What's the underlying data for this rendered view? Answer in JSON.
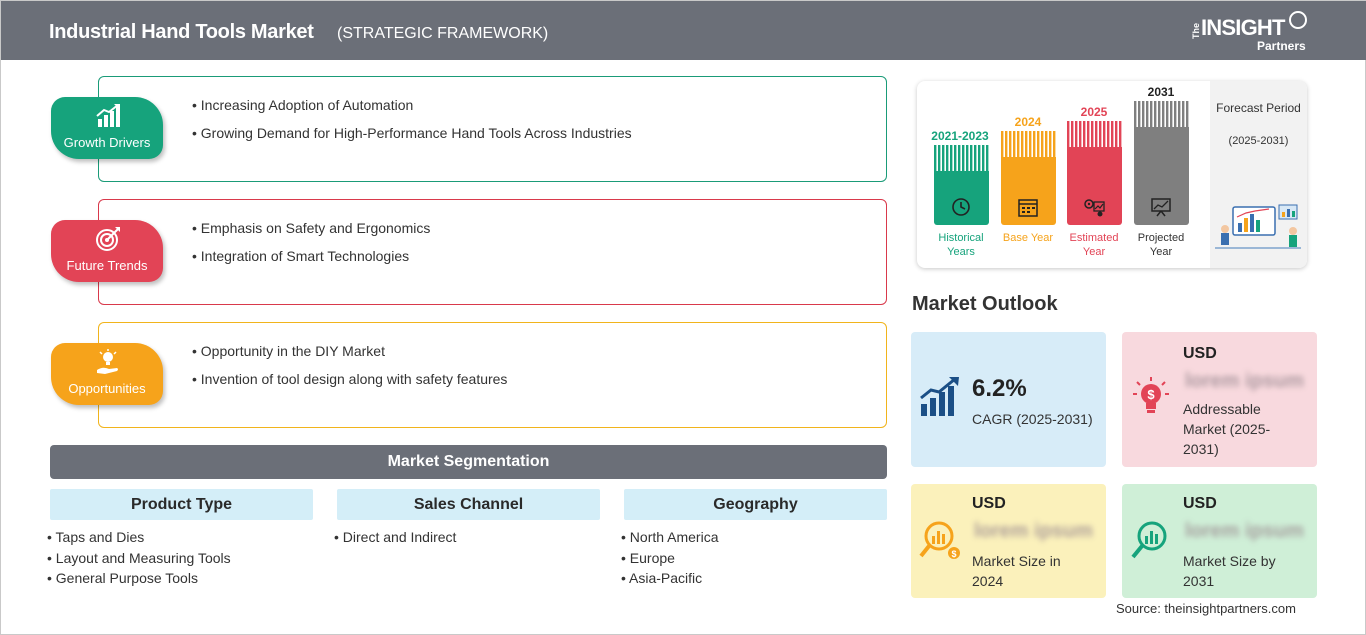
{
  "header": {
    "title": "Industrial Hand Tools Market",
    "subtitle": "(STRATEGIC FRAMEWORK)",
    "logo": {
      "the": "The",
      "insight": "INSIGHT",
      "partners": "Partners"
    }
  },
  "framework": {
    "growth_drivers": {
      "label": "Growth Drivers",
      "color": "#16a37c",
      "items": [
        "Increasing Adoption of Automation",
        "Growing Demand for High-Performance Hand Tools Across Industries"
      ]
    },
    "future_trends": {
      "label": "Future Trends",
      "color": "#e24456",
      "items": [
        "Emphasis on Safety and Ergonomics",
        "Integration of Smart Technologies"
      ]
    },
    "opportunities": {
      "label": "Opportunities",
      "color": "#f6a31b",
      "items": [
        "Opportunity in the DIY Market",
        "Invention of tool design along with safety features"
      ]
    }
  },
  "segmentation": {
    "title": "Market Segmentation",
    "columns": [
      {
        "heading": "Product Type",
        "items": [
          "Taps and Dies",
          "Layout and Measuring Tools",
          "General Purpose Tools"
        ]
      },
      {
        "heading": "Sales Channel",
        "items": [
          "Direct and Indirect"
        ]
      },
      {
        "heading": "Geography",
        "items": [
          "North America",
          "Europe",
          "Asia-Pacific"
        ]
      }
    ]
  },
  "timeline": {
    "forecast": {
      "title": "Forecast Period",
      "range": "(2025-2031)"
    },
    "bars": [
      {
        "year": "2021-2023",
        "label": "Historical Years",
        "color": "#16a37c",
        "icon": "clock-icon"
      },
      {
        "year": "2024",
        "label": "Base Year",
        "color": "#f6a31b",
        "icon": "calendar-icon"
      },
      {
        "year": "2025",
        "label": "Estimated Year",
        "color": "#e24456",
        "icon": "gears-chart-icon"
      },
      {
        "year": "2031",
        "label": "Projected Year",
        "color": "#7f7f7f",
        "icon": "presentation-icon"
      }
    ]
  },
  "outlook": {
    "title": "Market Outlook",
    "cagr": {
      "value": "6.2%",
      "label": "CAGR (2025-2031)"
    },
    "addressable": {
      "currency": "USD",
      "value": "lorem ipsum",
      "label": "Addressable Market (2025-2031)"
    },
    "size_2024": {
      "currency": "USD",
      "value": "lorem ipsum",
      "label": "Market Size in 2024"
    },
    "size_2031": {
      "currency": "USD",
      "value": "lorem ipsum",
      "label": "Market Size by 2031"
    }
  },
  "source": "Source: theinsightpartners.com"
}
